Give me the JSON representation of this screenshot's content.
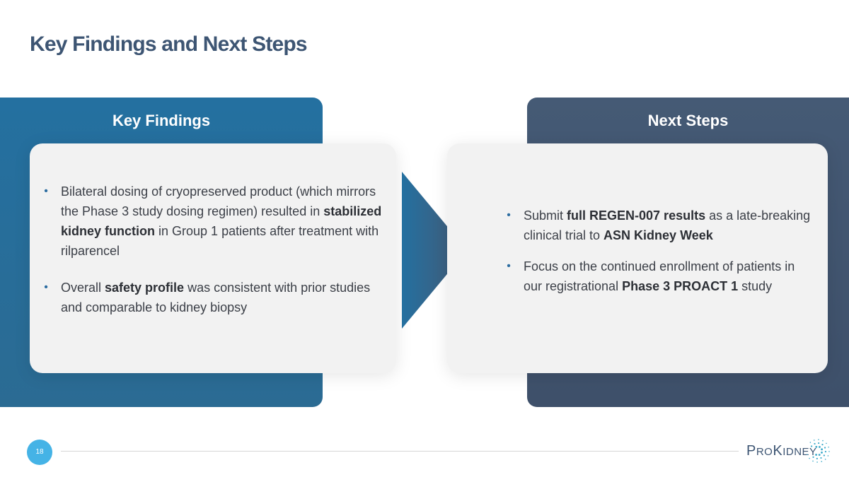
{
  "slide": {
    "title": "Key Findings and Next Steps",
    "page_number": "18"
  },
  "left_panel": {
    "heading": "Key Findings",
    "bullets": [
      [
        {
          "t": "Bilateral dosing of cryopreserved product (which mirrors the Phase 3 study dosing regimen) resulted in "
        },
        {
          "t": "stabilized kidney function",
          "b": true
        },
        {
          "t": " in Group 1 patients after treatment with rilparencel"
        }
      ],
      [
        {
          "t": "Overall "
        },
        {
          "t": "safety profile",
          "b": true
        },
        {
          "t": " was consistent with prior studies and comparable to kidney biopsy"
        }
      ]
    ]
  },
  "right_panel": {
    "heading": "Next Steps",
    "bullets": [
      [
        {
          "t": "Submit "
        },
        {
          "t": "full REGEN-007 results",
          "b": true
        },
        {
          "t": " as a late-breaking clinical trial to "
        },
        {
          "t": "ASN Kidney Week",
          "b": true
        }
      ],
      [
        {
          "t": "Focus on the continued enrollment of patients in our registrational "
        },
        {
          "t": "Phase 3 PROACT 1",
          "b": true
        },
        {
          "t": " study"
        }
      ]
    ]
  },
  "logo": {
    "text_p": "P",
    "text_ro": "RO",
    "text_k": "K",
    "text_idney": "IDNEY"
  },
  "colors": {
    "title": "#3d5573",
    "left_panel": "#2470a0",
    "right_panel": "#455a75",
    "card": "#f2f2f2",
    "page_badge": "#45b3e6"
  },
  "icons": {
    "bullet": "•",
    "arrow": "chevron-right-arrow-icon",
    "logo_mark": "starburst-dots-icon"
  }
}
